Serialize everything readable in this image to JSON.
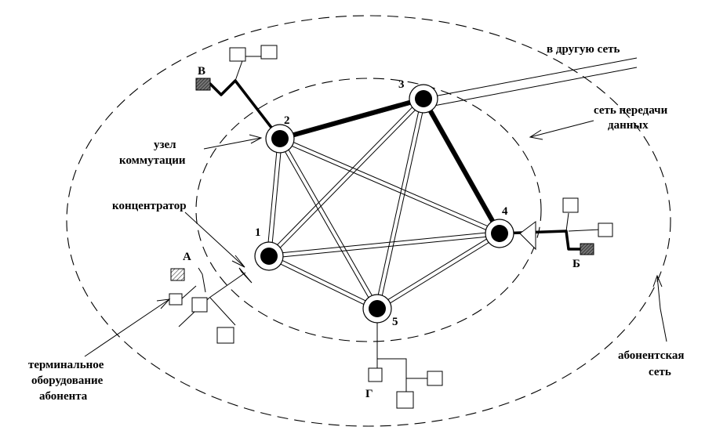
{
  "labels": {
    "other_net": "в другую сеть",
    "data_net_1": "сеть передачи",
    "data_net_2": "данных",
    "switch_node_1": "узел",
    "switch_node_2": "коммутации",
    "concentrator": "концентратор",
    "terminal_1": "терминальное",
    "terminal_2": "оборудование",
    "terminal_3": "абонента",
    "subscriber_net_1": "абонентская",
    "subscriber_net_2": "сеть"
  },
  "subscribers": {
    "a": "А",
    "b": "Б",
    "v": "В",
    "g": "Г"
  },
  "nodes": [
    {
      "id": "1",
      "label": "1"
    },
    {
      "id": "2",
      "label": "2"
    },
    {
      "id": "3",
      "label": "3"
    },
    {
      "id": "4",
      "label": "4"
    },
    {
      "id": "5",
      "label": "5"
    }
  ],
  "colors": {
    "line": "#000000",
    "background": "#ffffff",
    "hatch": "#666666"
  }
}
